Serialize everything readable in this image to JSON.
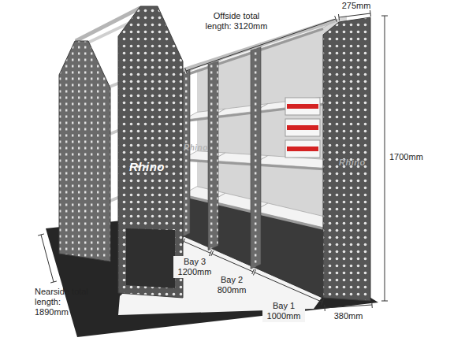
{
  "diagram": {
    "labels": [
      "Offside total length: 3120mm",
      "275mm",
      "1700mm",
      "Bay 3 1200mm",
      "Bay 2 800mm",
      "Bay 1 1000mm",
      "380mm",
      "Nearside total length: 1890mm",
      "Rhino",
      "Rhino",
      "Rhino"
    ]
  }
}
